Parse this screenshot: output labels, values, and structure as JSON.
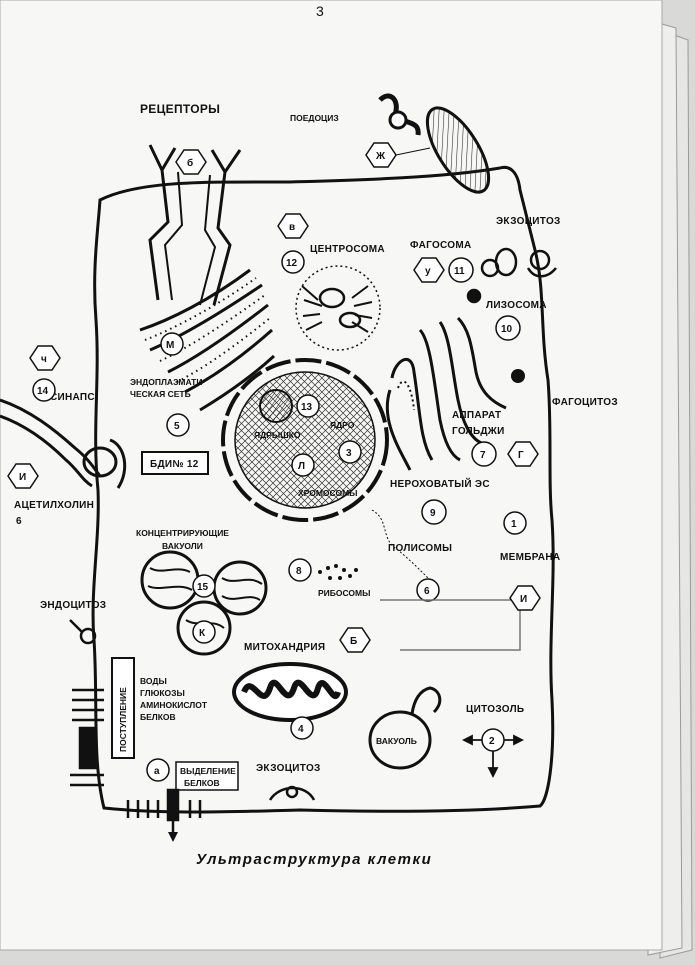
{
  "page_number": "3",
  "title": "Ультраструктура клетки",
  "labels": {
    "receptors": "РЕЦЕПТОРЫ",
    "pinocytosis": "ПОЕДОЦИЗ",
    "exocytosis_top": "ЭКЗОЦИТОЗ",
    "centrosome": "ЦЕНТРОСОМА",
    "phagosome": "ФАГОСОМА",
    "lysosome": "ЛИЗОСОМА",
    "phagocytosis": "ФАГОЦИТОЗ",
    "golgi_1": "АППАРАТ",
    "golgi_2": "ГОЛЬДЖИ",
    "smooth_er": "НЕРОХОВАТЫЙ ЭС",
    "synapse": "СИНАПС",
    "er_1": "ЭНДОПЛАЗМАТИ",
    "er_2": "ЧЕСКАЯ СЕТЬ",
    "nucleolus": "ЯДРЫШКО",
    "nucleus": "ЯДРО",
    "chromosomes": "ХРОМОСОМЫ",
    "dna_box": "БДИ№ 12",
    "acetylcholine_1": "АЦЕТИЛХОЛИН",
    "acetylcholine_2": "6",
    "vacuoles_1": "КОНЦЕНТРИРУЮЩИЕ",
    "vacuoles_2": "ВАКУОЛИ",
    "polysomes": "ПОЛИСОМЫ",
    "membrane": "МЕМБРАНА",
    "ribosomes": "РИБОСОМЫ",
    "endocytosis": "ЭНДОЦИТОЗ",
    "mitochondria": "МИТОХАНДРИЯ",
    "uptake": "ПОСТУПЛЕНИЕ",
    "nutrients_1": "ВОДЫ",
    "nutrients_2": "ГЛЮКОЗЫ",
    "nutrients_3": "АМИНОКИСЛОТ",
    "nutrients_4": "БЕЛКОВ",
    "vacuole": "ВАКУОЛЬ",
    "cytosol": "ЦИТОЗОЛЬ",
    "secretion_1": "ВЫДЕЛЕНИЕ",
    "secretion_2": "БЕЛКОВ",
    "exocytosis_bottom": "ЭКЗОЦИТОЗ"
  },
  "markers": {
    "receptors": "б",
    "pinocytosis": "Ж",
    "centrosome_a": "в",
    "centrosome_b": "12",
    "phagosome_a": "у",
    "phagosome_b": "11",
    "lysosome": "10",
    "synapse_a": "ч",
    "synapse_b": "14",
    "acetylcholine": "И",
    "er_a": "М",
    "er_b": "5",
    "nucleolus": "13",
    "nucleus": "3",
    "chromosomes": "Л",
    "golgi_a": "7",
    "golgi_b": "Г",
    "smooth_er": "9",
    "membrane_a": "1",
    "membrane_b": "И",
    "vacuoles_a": "15",
    "vacuoles_b": "К",
    "ribosomes": "8",
    "polysomes": "6",
    "mitochondria_a": "Б",
    "mitochondria_b": "4",
    "cytosol": "2",
    "secretion": "а"
  }
}
